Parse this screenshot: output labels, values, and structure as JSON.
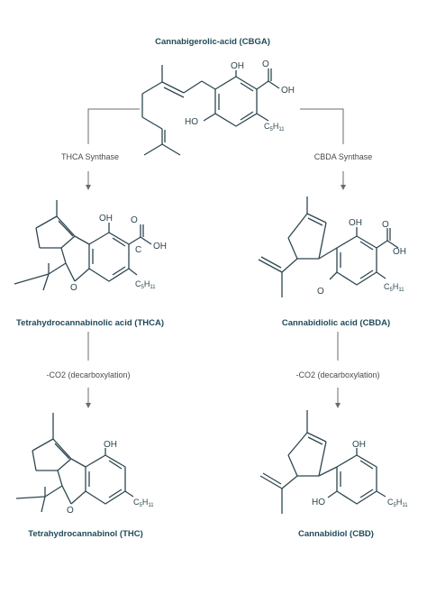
{
  "titles": {
    "cbga": "Cannabigerolic-acid (CBGA)",
    "thca": "Tetrahydrocannabinolic acid (THCA)",
    "cbda": "Cannabidiolic acid (CBDA)",
    "thc": "Tetrahydrocannabinol (THC)",
    "cbd": "Cannabidiol (CBD)"
  },
  "arrows": {
    "thca_synthase": "THCA Synthase",
    "cbda_synthase": "CBDA Synthase",
    "decarb_left": "-CO2 (decarboxylation)",
    "decarb_right": "-CO2 (decarboxylation)"
  },
  "atoms": {
    "oh": "OH",
    "ho": "HO",
    "o": "O",
    "c": "C",
    "c5h11": "C5H11"
  },
  "colors": {
    "title": "#1f4a5a",
    "structure": "#2e4650",
    "arrow": "#6b6b6b",
    "label": "#4a4a4a"
  }
}
